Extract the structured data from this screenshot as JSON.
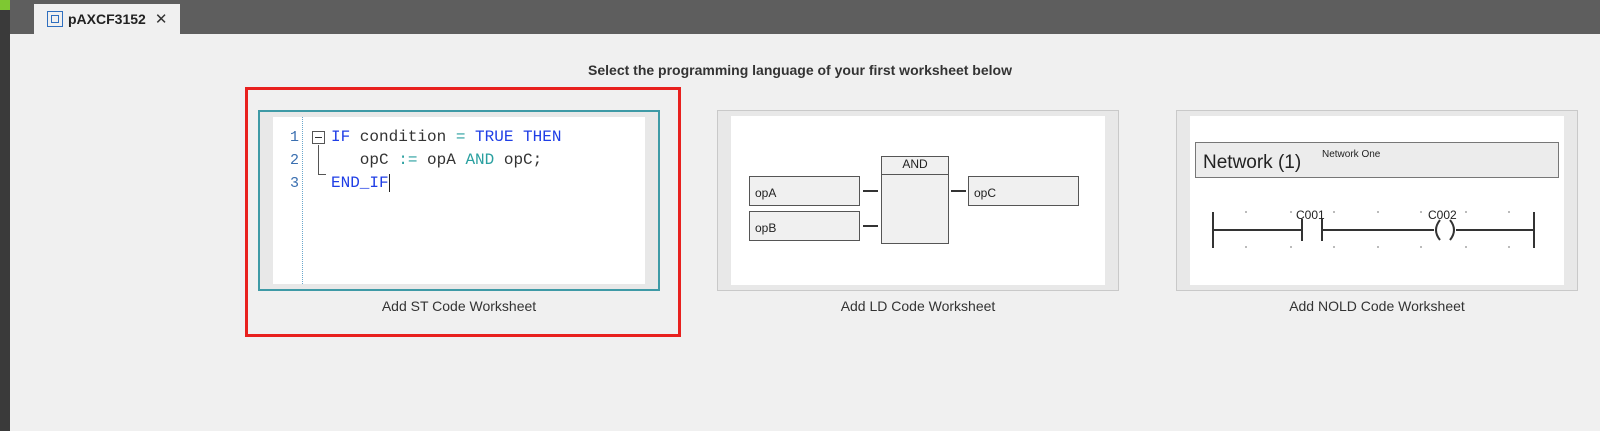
{
  "tab": {
    "label": "pAXCF3152",
    "close_glyph": "✕"
  },
  "heading": "Select the programming language of your first worksheet below",
  "cards": {
    "st": {
      "label": "Add ST Code Worksheet",
      "line_numbers": [
        "1",
        "2",
        "3"
      ],
      "code": {
        "l1_if": "IF",
        "l1_cond": " condition ",
        "l1_eq": "=",
        "l1_true": " TRUE THEN",
        "l2_indent": "   opC ",
        "l2_assign": ":=",
        "l2_opA": " opA ",
        "l2_and": "AND",
        "l2_opC": " opC;",
        "l3_end": "END_IF"
      }
    },
    "ld": {
      "label": "Add LD Code Worksheet",
      "in1": "opA",
      "in2": "opB",
      "block": "AND",
      "out": "opC"
    },
    "nold": {
      "label": "Add NOLD Code Worksheet",
      "network_title": "Network (1)",
      "network_comment": "Network One",
      "contact": "C001",
      "coil": "C002"
    }
  },
  "colors": {
    "highlight": "#e8201e",
    "selected_border": "#3e9aa6",
    "keyword": "#1f3ee6"
  }
}
